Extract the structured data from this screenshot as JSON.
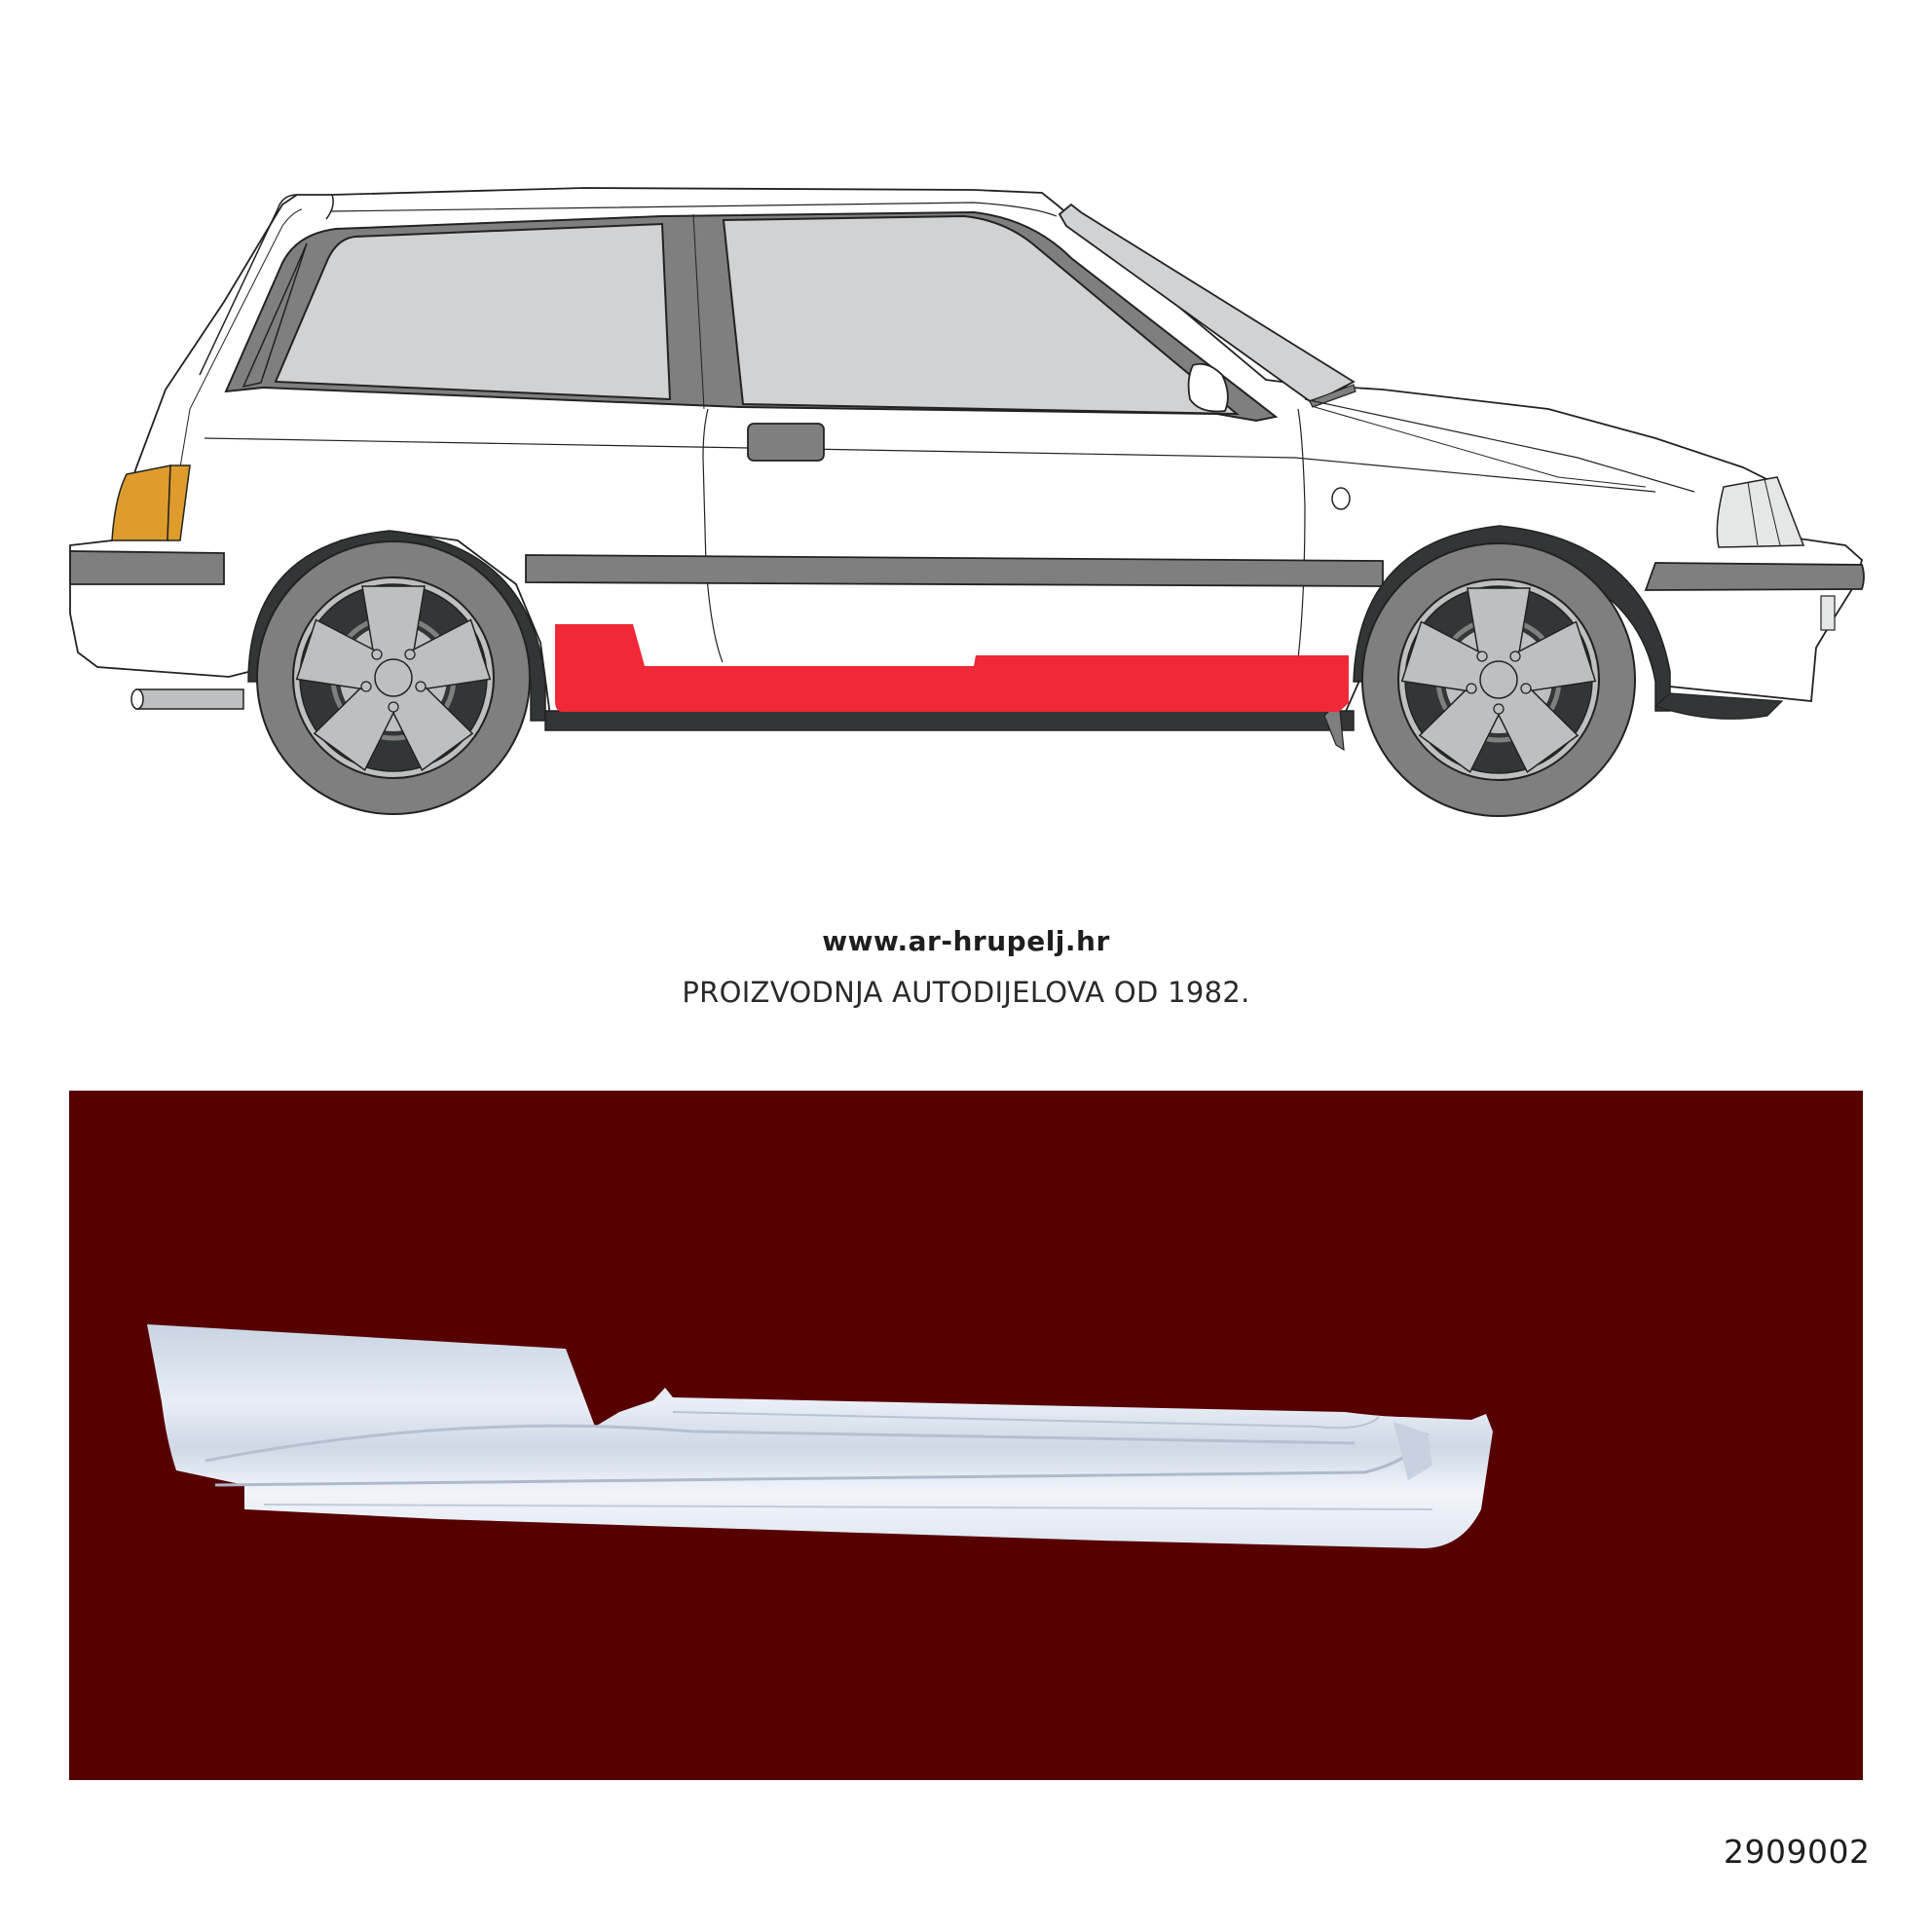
{
  "illustration": {
    "subject": "3-door hatchback side view (right side)",
    "highlighted_part": "rocker panel / sill",
    "colors": {
      "highlight": "#F02837",
      "body": "#FFFFFF",
      "glass": "#D0D2D4",
      "trim": "#7F7F7F",
      "arch": "#323637",
      "tire": "#7F7F7F",
      "rim": "#BDBFC1",
      "taillight": "#DD9C2B"
    }
  },
  "branding": {
    "url": "www.ar-hrupelj.hr",
    "tagline": "PROIZVODNJA AUTODIJELOVA OD 1982."
  },
  "product_photo": {
    "background_color": "#560000",
    "subject": "rocker panel part photo"
  },
  "part_number": "2909002"
}
